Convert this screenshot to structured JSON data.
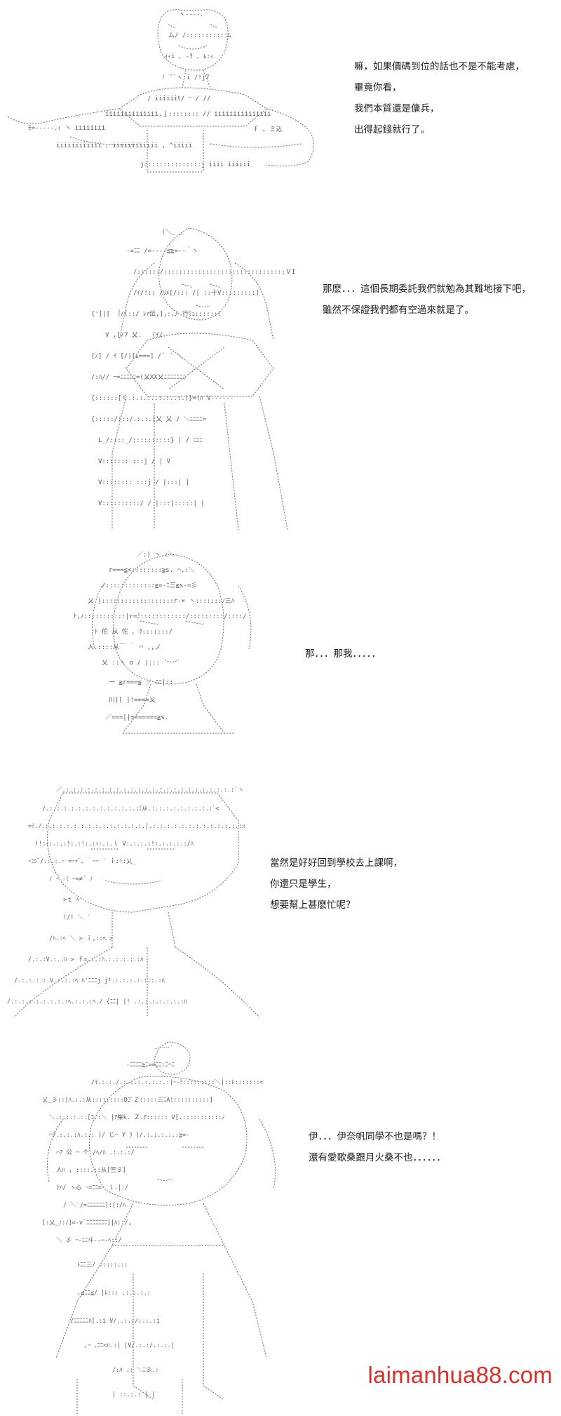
{
  "panels": [
    {
      "lines": [
        "嘛，如果價碼到位的話也不是不能考慮，",
        "畢竟你看，",
        "我們本質還是傭兵，",
        "出得起錢就行了。"
      ]
    },
    {
      "lines": [
        "那麽．．．這個長期委託我們就勉為其難地接下吧，",
        "雖然不保證我們都有空過來就是了。"
      ]
    },
    {
      "lines": [
        "那．．．那我．．．．．"
      ]
    },
    {
      "lines": [
        "當然是好好回到學校去上課啊，",
        "你還只是學生，",
        "想要幫上甚麽忙呢？"
      ]
    },
    {
      "lines": [
        "伊．．．伊奈帆同學不也是嗎？！",
        "還有愛歌桑跟月火桑不也．．．．．．"
      ]
    }
  ],
  "watermark": "laimanhua88.com",
  "colors": {
    "watermark": "#d8302a",
    "art_ink": "#555555"
  }
}
